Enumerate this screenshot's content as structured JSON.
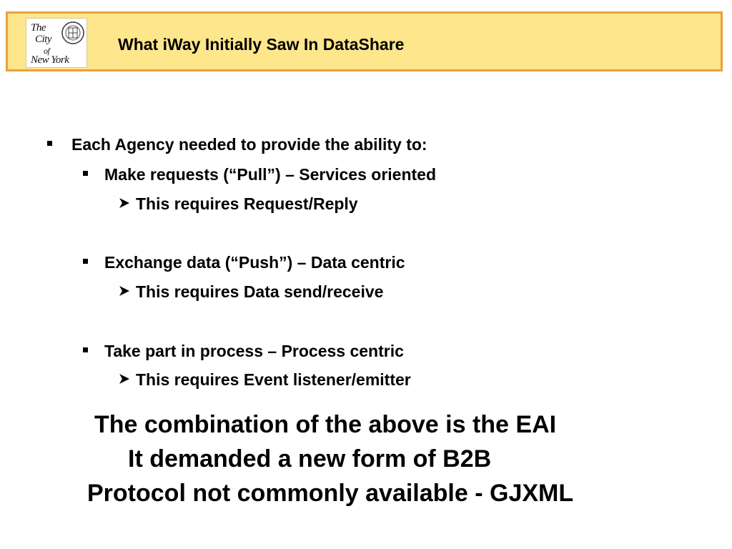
{
  "header": {
    "title": "What iWay Initially Saw In DataShare",
    "logo": {
      "word1": "The",
      "word2": "City",
      "word3": "of",
      "word4": "New York"
    }
  },
  "bullets": [
    {
      "level": 1,
      "marker": "square-bullet",
      "text": "Each Agency needed to provide the ability to:"
    },
    {
      "level": 2,
      "marker": "square-bullet",
      "text": "Make requests (“Pull”) – Services oriented"
    },
    {
      "level": 3,
      "marker": "arrow-bullet",
      "text": "This requires Request/Reply"
    },
    {
      "level": 2,
      "marker": "square-bullet",
      "text": "Exchange data (“Push”) – Data centric"
    },
    {
      "level": 3,
      "marker": "arrow-bullet",
      "text": "This requires Data send/receive"
    },
    {
      "level": 2,
      "marker": "square-bullet",
      "text": "Take part in process – Process centric"
    },
    {
      "level": 3,
      "marker": "arrow-bullet",
      "text": "This requires Event listener/emitter"
    }
  ],
  "closing": {
    "line1": "The combination of the above is the EAI",
    "line2": "It demanded a new form of B2B",
    "line3": "Protocol not commonly available - GJXML"
  },
  "colors": {
    "header_fill": "#fde68c",
    "header_border": "#e8a13a",
    "text": "#000000"
  }
}
